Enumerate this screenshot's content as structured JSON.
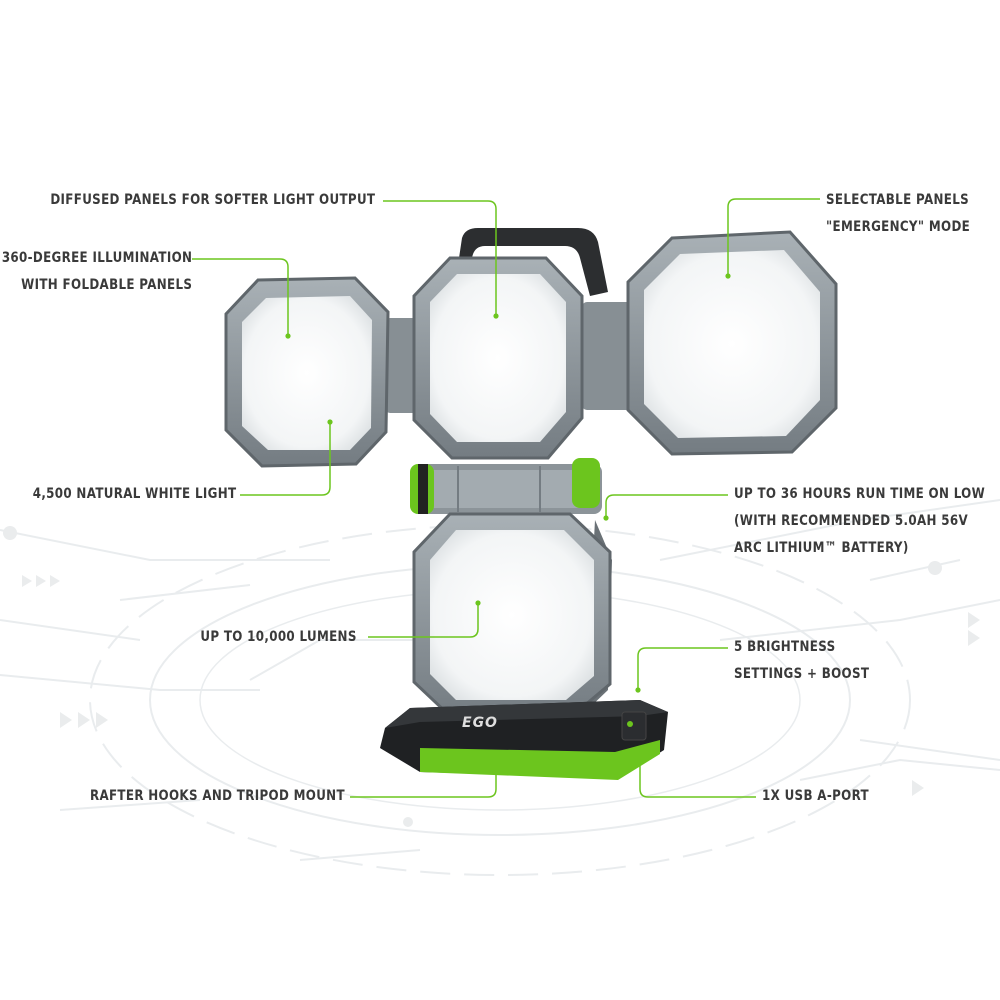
{
  "brand": {
    "logo_text": "EGO",
    "accent_color": "#6cc51e",
    "text_color": "#3a3a3a",
    "panel_glow_color": "#f3f5f6",
    "frame_color": "#8e969c"
  },
  "callouts": {
    "diffused": {
      "line1": "DIFFUSED PANELS FOR SOFTER LIGHT OUTPUT"
    },
    "illumination": {
      "line1": "360-DEGREE ILLUMINATION",
      "line2": "WITH FOLDABLE PANELS"
    },
    "selectable": {
      "line1": "SELECTABLE PANELS",
      "line2": "\"EMERGENCY\" MODE"
    },
    "natural_white": {
      "line1": "4,500 NATURAL WHITE LIGHT"
    },
    "runtime": {
      "line1": "UP TO 36 HOURS RUN TIME ON LOW",
      "line2": "(WITH RECOMMENDED 5.0AH 56V",
      "line3": "ARC LITHIUM™ BATTERY)"
    },
    "lumens": {
      "line1": "UP TO 10,000 LUMENS"
    },
    "brightness": {
      "line1": "5 BRIGHTNESS",
      "line2": "SETTINGS + BOOST"
    },
    "rafter": {
      "line1": "RAFTER HOOKS AND TRIPOD MOUNT"
    },
    "usb": {
      "line1": "1X USB A-PORT"
    }
  }
}
